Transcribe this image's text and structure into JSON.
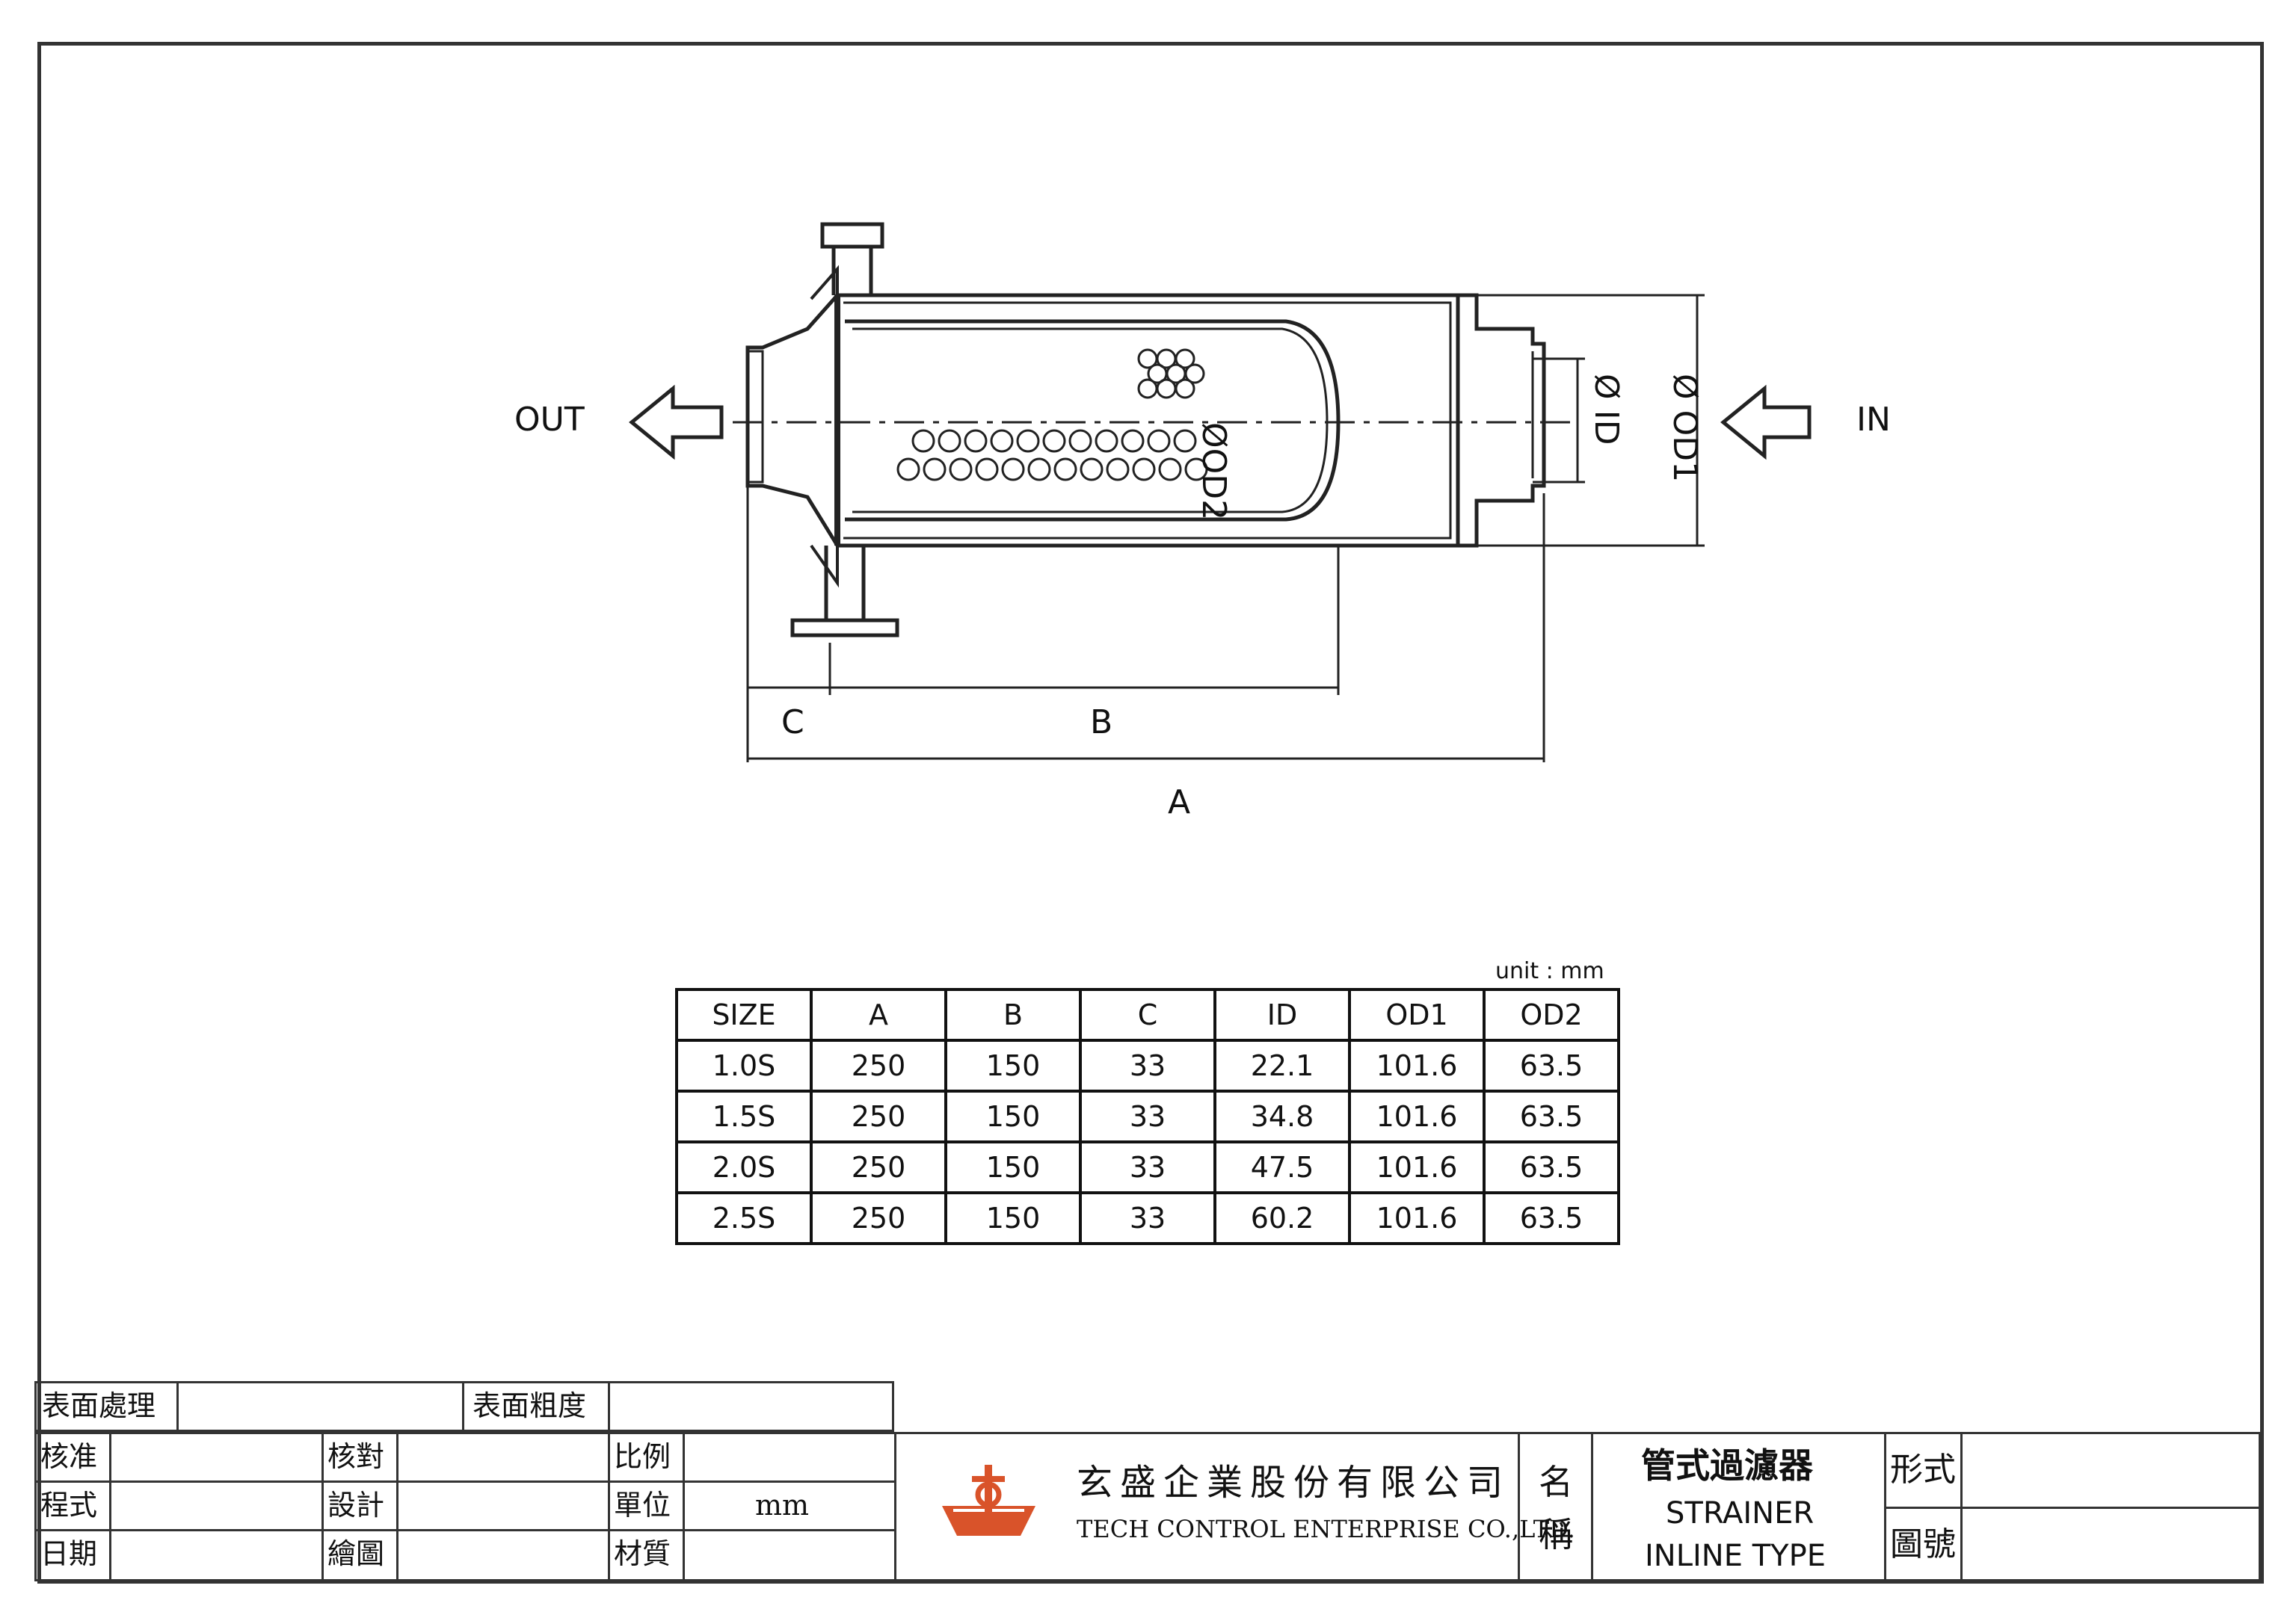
{
  "drawing": {
    "label_out": "OUT",
    "label_in": "IN",
    "dim_c": "C",
    "dim_b": "B",
    "dim_a": "A",
    "dim_od2": "ØOD2",
    "dim_id": "Ø ID",
    "dim_od1": "Ø OD1"
  },
  "table": {
    "unit": "unit : mm",
    "headers": [
      "SIZE",
      "A",
      "B",
      "C",
      "ID",
      "OD1",
      "OD2"
    ],
    "rows": [
      [
        "1.0S",
        "250",
        "150",
        "33",
        "22.1",
        "101.6",
        "63.5"
      ],
      [
        "1.5S",
        "250",
        "150",
        "33",
        "34.8",
        "101.6",
        "63.5"
      ],
      [
        "2.0S",
        "250",
        "150",
        "33",
        "47.5",
        "101.6",
        "63.5"
      ],
      [
        "2.5S",
        "250",
        "150",
        "33",
        "60.2",
        "101.6",
        "63.5"
      ]
    ]
  },
  "title_block": {
    "surface_treatment": "表面處理",
    "surface_roughness": "表面粗度",
    "approved": "核准",
    "checked": "核對",
    "scale": "比例",
    "process": "程式",
    "designed": "設計",
    "unit_label": "單位",
    "unit_value": "mm",
    "date": "日期",
    "drawn": "繪圖",
    "material": "材質",
    "company_cn": "玄盛企業股份有限公司",
    "company_en": "TECH CONTROL ENTERPRISE CO.,LTD.",
    "name_label_1": "名",
    "name_label_2": "稱",
    "product_cn": "管式過濾器",
    "product_en_1": "STRAINER",
    "product_en_2": "INLINE TYPE",
    "type_label": "形式",
    "drawing_no_label": "圖號"
  },
  "colors": {
    "line": "#333333",
    "logo": "#d9532a"
  }
}
